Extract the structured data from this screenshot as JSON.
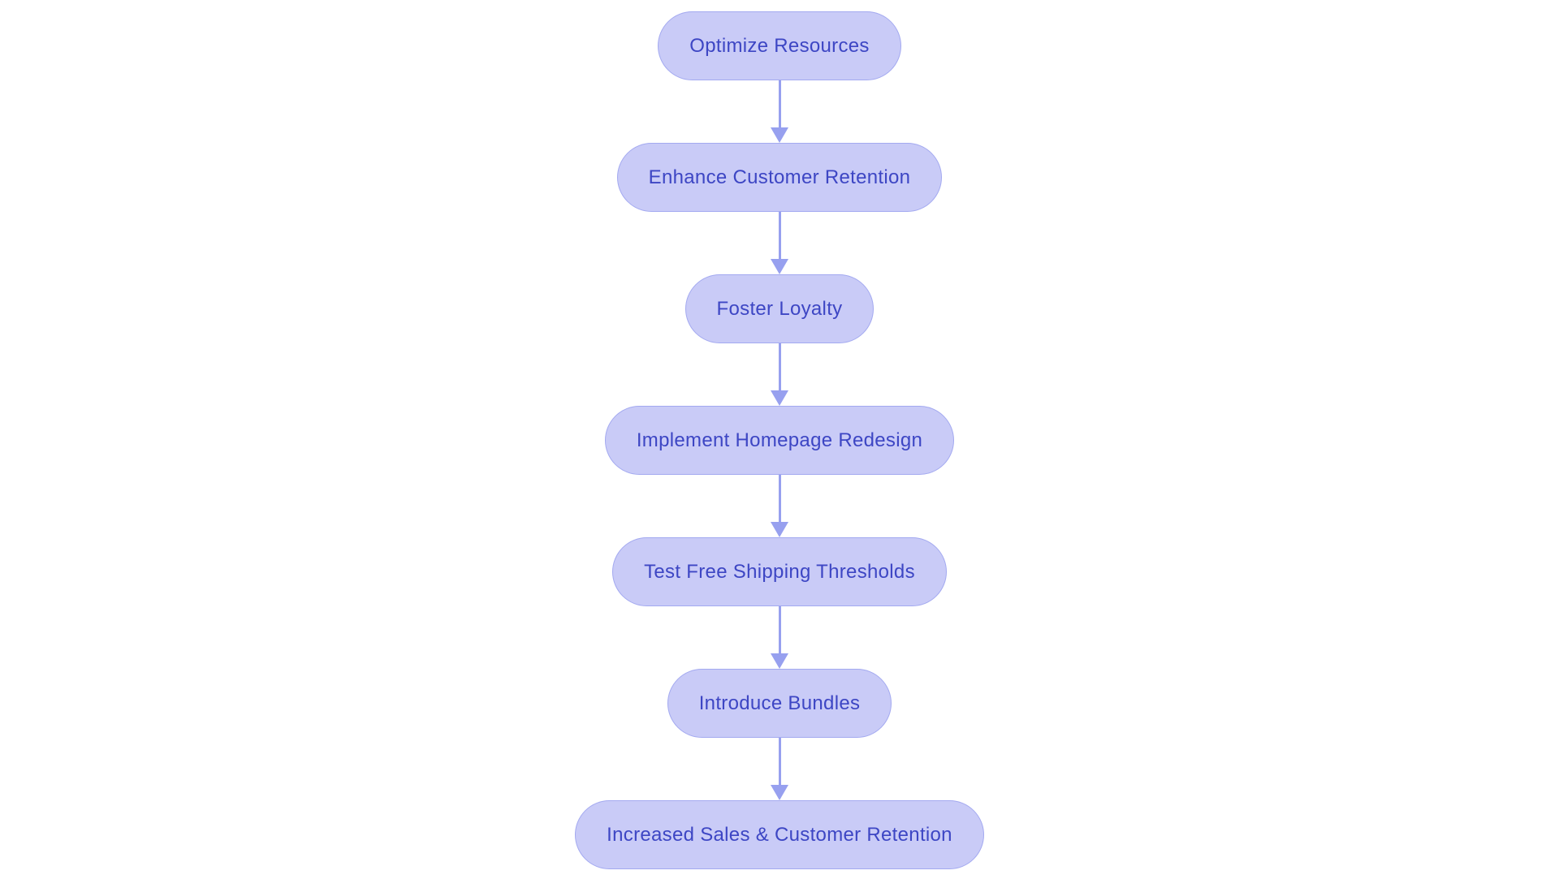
{
  "diagram": {
    "type": "flowchart",
    "direction": "top-down",
    "nodes": [
      {
        "id": "optimize-resources",
        "label": "Optimize Resources"
      },
      {
        "id": "enhance-customer-retention",
        "label": "Enhance Customer Retention"
      },
      {
        "id": "foster-loyalty",
        "label": "Foster Loyalty"
      },
      {
        "id": "implement-homepage-redesign",
        "label": "Implement Homepage Redesign"
      },
      {
        "id": "test-free-shipping-thresholds",
        "label": "Test Free Shipping Thresholds"
      },
      {
        "id": "introduce-bundles",
        "label": "Introduce Bundles"
      },
      {
        "id": "increased-sales-customer-retention",
        "label": "Increased Sales & Customer Retention"
      }
    ],
    "edges": [
      {
        "from": "optimize-resources",
        "to": "enhance-customer-retention"
      },
      {
        "from": "enhance-customer-retention",
        "to": "foster-loyalty"
      },
      {
        "from": "foster-loyalty",
        "to": "implement-homepage-redesign"
      },
      {
        "from": "implement-homepage-redesign",
        "to": "test-free-shipping-thresholds"
      },
      {
        "from": "test-free-shipping-thresholds",
        "to": "introduce-bundles"
      },
      {
        "from": "introduce-bundles",
        "to": "increased-sales-customer-retention"
      }
    ],
    "colors": {
      "node_fill": "#c9cbf7",
      "node_border": "#a3a9f0",
      "node_text": "#3d46c4",
      "arrow": "#97a0ef",
      "background": "#ffffff"
    }
  }
}
